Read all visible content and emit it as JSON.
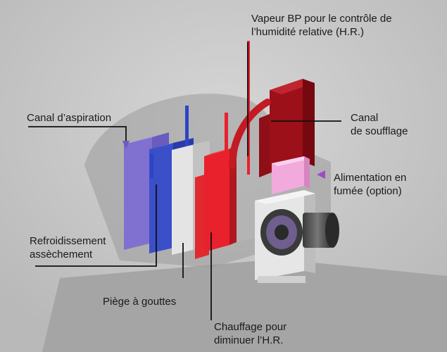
{
  "labels": {
    "vapeur": {
      "line1": "Vapeur BP pour le contrôle de",
      "line2": "l’humidité relative (H.R.)"
    },
    "canal_aspiration": {
      "line1": "Canal d’aspiration"
    },
    "canal_soufflage": {
      "line1": "Canal",
      "line2": "de soufflage"
    },
    "alimentation": {
      "line1": "Alimentation en",
      "line2": "fumée (option)"
    },
    "refroidissement": {
      "line1": "Refroidissement",
      "line2": "assèchement"
    },
    "piege": {
      "line1": "Piège à gouttes"
    },
    "chauffage": {
      "line1": "Chauffage pour",
      "line2": "diminuer l’H.R."
    }
  },
  "colors": {
    "background": "#c9c9c9",
    "floor": "#a8a8a8",
    "suction_channel": "#8c7fd6",
    "cooling_coil": "#3d52c9",
    "droplet_trap": "#d8d8d8",
    "heating_coil": "#e8212c",
    "blower_channel": "#a0121c",
    "smoke_inlet": "#f0a8d8",
    "steam_pipe": "#e8212c",
    "leader_line": "#111111"
  }
}
